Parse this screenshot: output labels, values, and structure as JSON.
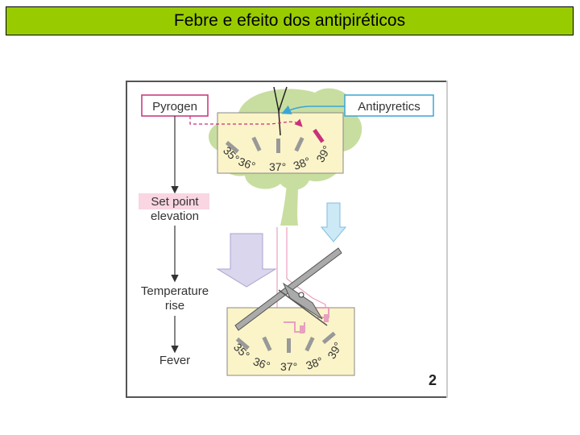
{
  "title": "Febre e efeito dos antipiréticos",
  "labels": {
    "pyrogen": "Pyrogen",
    "antipyretics": "Antipyretics",
    "set_point_line1": "Set point",
    "set_point_line2": "elevation",
    "temperature_line1": "Temperature",
    "temperature_line2": "rise",
    "fever": "Fever",
    "figure_number": "2"
  },
  "scale_top": [
    "35°",
    "36°",
    "37°",
    "38°",
    "39°"
  ],
  "scale_bottom": [
    "35°",
    "36°",
    "37°",
    "38°",
    "39°"
  ],
  "colors": {
    "title_background": "#99cc00",
    "brain": "#c8dea0",
    "panel": "#fbf4c8",
    "pyrogen": "#c8317a",
    "antipyretics": "#3aa6d6",
    "set_point_highlight": "#f9d6e2",
    "lavender_arrow": "#d9d6ee",
    "light_blue_arrow": "#cce9f6"
  }
}
